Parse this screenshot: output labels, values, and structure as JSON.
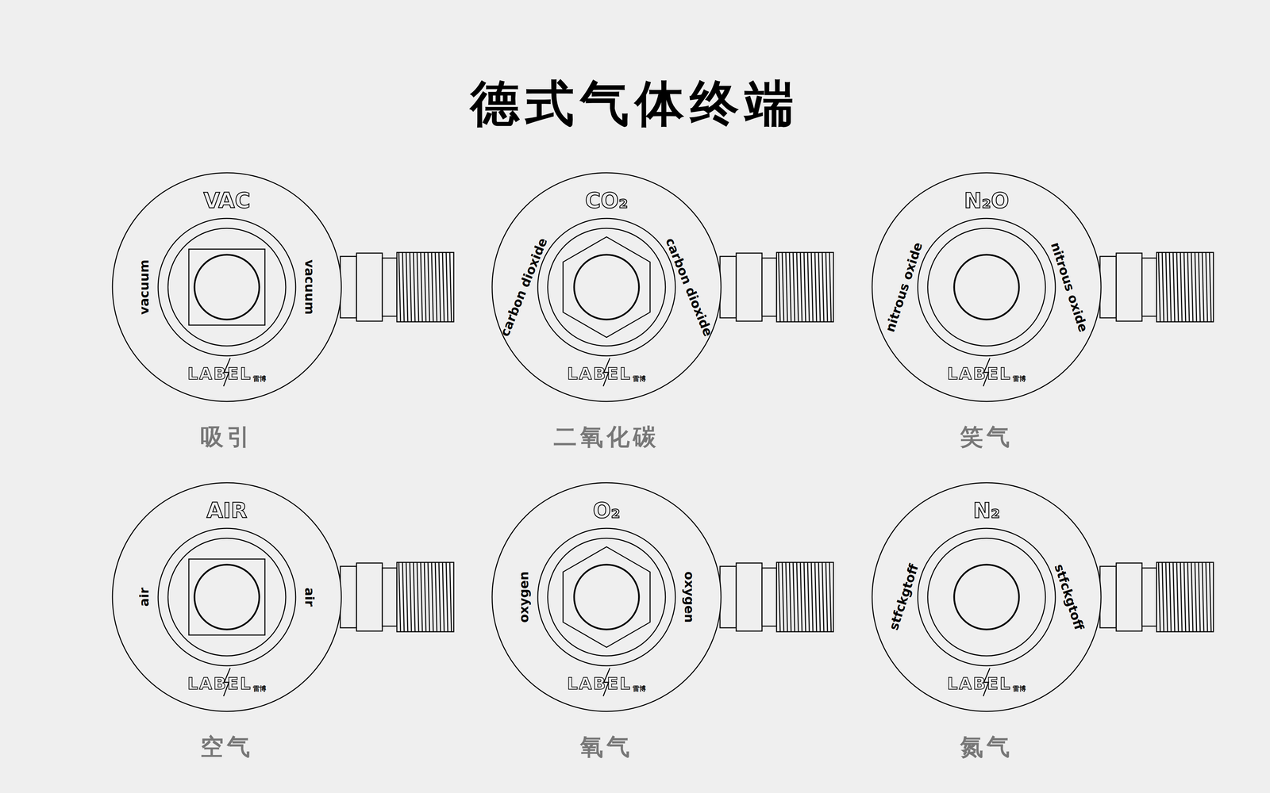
{
  "diagram": {
    "title": "德式气体终端",
    "nodes": [
      {
        "text": [
          "VAC",
          "vacuum",
          "vacuum",
          "LABEL",
          "雷博",
          "吸引"
        ]
      },
      {
        "text": [
          "CO₂",
          "carbon dioxide",
          "carbon dioxide",
          "LABEL",
          "雷博",
          "二氧化碳"
        ]
      },
      {
        "text": [
          "N₂O",
          "nitrous oxide",
          "nitrous oxide",
          "LABEL",
          "雷博",
          "笑气"
        ]
      },
      {
        "text": [
          "AIR",
          "air",
          "air",
          "LABEL",
          "雷博",
          "空气"
        ]
      },
      {
        "text": [
          "O₂",
          "oxygen",
          "oxygen",
          "LABEL",
          "雷博",
          "氧气"
        ]
      },
      {
        "text": [
          "N₂",
          "stfckgtoff",
          "stfckgtoff",
          "LABEL",
          "雷博",
          "氮气"
        ]
      }
    ]
  }
}
